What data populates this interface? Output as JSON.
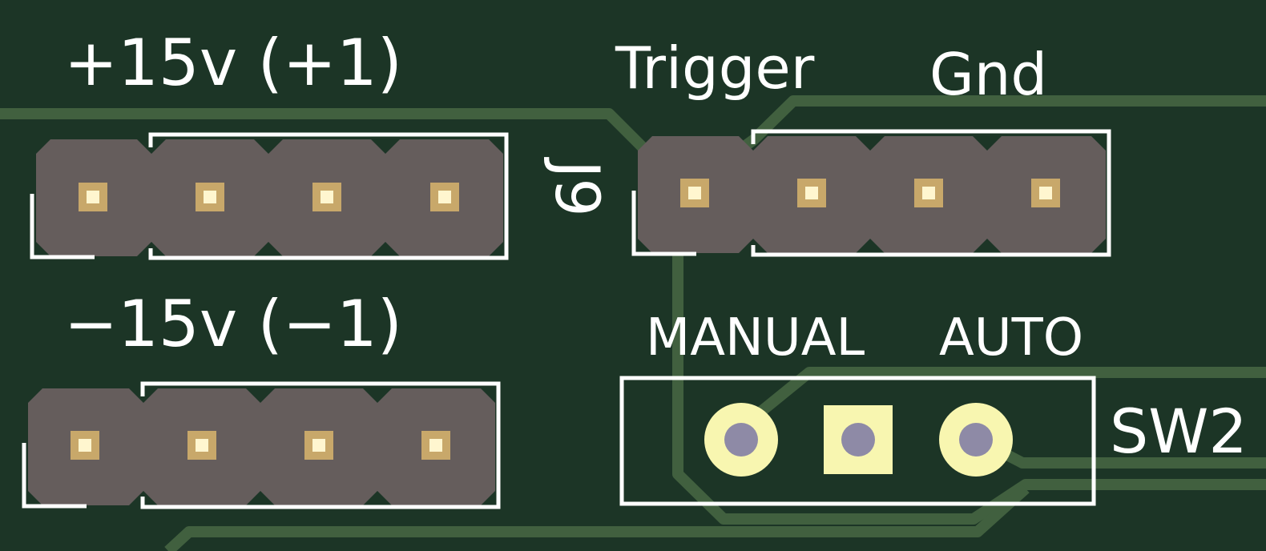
{
  "board": {
    "colors": {
      "substrate": "#1c3526",
      "trace": "#41603f",
      "silkscreen": "#ffffff",
      "header_body": "#655d5c",
      "smd_pad": "#c8a86a",
      "tht_pad_ring": "#f8f6b0",
      "tht_hole": "#8e8aa6"
    },
    "labels": {
      "pos_supply": "+15v (+1)",
      "neg_supply": "−15v (−1)",
      "trigger": "Trigger",
      "gnd": "Gnd",
      "j9_ref": "J9",
      "manual": "MANUAL",
      "auto": "AUTO",
      "sw2_ref": "SW2"
    },
    "headers": [
      {
        "name": "pos-supply-header",
        "pin_count": 4
      },
      {
        "name": "neg-supply-header",
        "pin_count": 4
      },
      {
        "name": "j9-header",
        "pin_count": 4
      }
    ],
    "switch": {
      "name": "sw2",
      "pin_count": 3,
      "square_pad_index": 1
    }
  }
}
